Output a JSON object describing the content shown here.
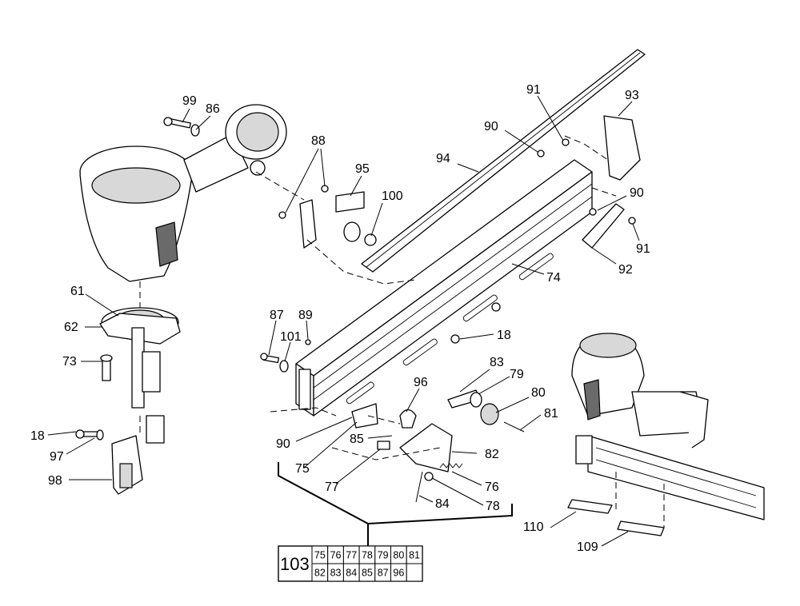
{
  "callouts": {
    "c99": "99",
    "c86": "86",
    "c88": "88",
    "c95": "95",
    "c100": "100",
    "c94": "94",
    "c90a": "90",
    "c91a": "91",
    "c93": "93",
    "c90b": "90",
    "c91b": "91",
    "c92": "92",
    "c74": "74",
    "c61": "61",
    "c62": "62",
    "c73": "73",
    "c87": "87",
    "c89": "89",
    "c101": "101",
    "c18a": "18",
    "c83": "83",
    "c79": "79",
    "c96": "96",
    "c80": "80",
    "c81": "81",
    "c85": "85",
    "c82": "82",
    "c90c": "90",
    "c75": "75",
    "c77": "77",
    "c76": "76",
    "c84": "84",
    "c78": "78",
    "c18b": "18",
    "c97": "97",
    "c98": "98",
    "c110": "110",
    "c109": "109"
  },
  "kit": {
    "number": "103",
    "row1": [
      "75",
      "76",
      "77",
      "78",
      "79",
      "80",
      "81"
    ],
    "row2": [
      "82",
      "83",
      "84",
      "85",
      "87",
      "96",
      ""
    ]
  }
}
